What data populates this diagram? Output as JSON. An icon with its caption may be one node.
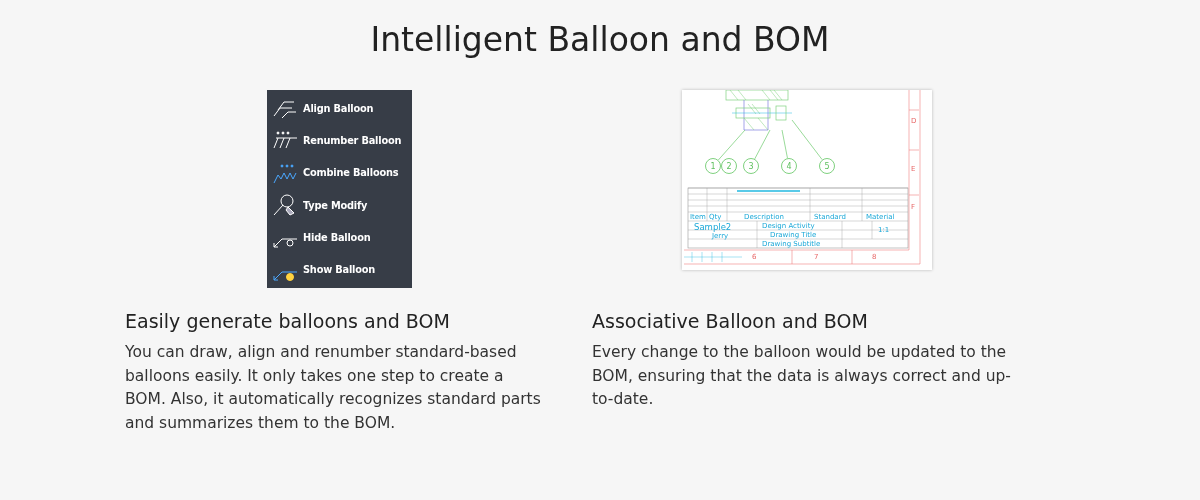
{
  "diagram": {
    "title": "Intelligent Balloon and BOM",
    "nodes": [
      {
        "text": [
          "1"
        ]
      },
      {
        "text": [
          "2"
        ]
      },
      {
        "text": [
          "3"
        ]
      },
      {
        "text": [
          "4"
        ]
      },
      {
        "text": [
          "5"
        ]
      },
      {
        "text": [],
        "shape": "picture"
      }
    ],
    "edges": [
      {
        "from": 0,
        "to": 5,
        "arrow": "none"
      },
      {
        "from": 2,
        "to": 5,
        "arrow": "none"
      },
      {
        "from": 3,
        "to": 5,
        "arrow": "none"
      },
      {
        "from": 4,
        "to": 5,
        "arrow": "none"
      }
    ],
    "labels": [
      "Align Balloon",
      "Renumber Balloon",
      "Combine Balloons",
      "Type Modify",
      "Hide Balloon",
      "Show Balloon",
      "D",
      "E",
      "F",
      "Item",
      "Qty",
      "Description",
      "Standard",
      "Material",
      "Sample2",
      "Design Activity",
      "1:1",
      "Jerry",
      "Drawing Title",
      "Drawing Subtitle",
      "6",
      "7",
      "8",
      "Easily generate balloons and BOM",
      "You can draw, align and renumber standard-based balloons easily. It only takes one step to create a BOM. Also, it automatically recognizes standard parts and summarizes them to the BOM.",
      "Associative Balloon and BOM",
      "Every change to the balloon would be updated to the BOM, ensuring that the data is always correct and up-to-date."
    ]
  }
}
